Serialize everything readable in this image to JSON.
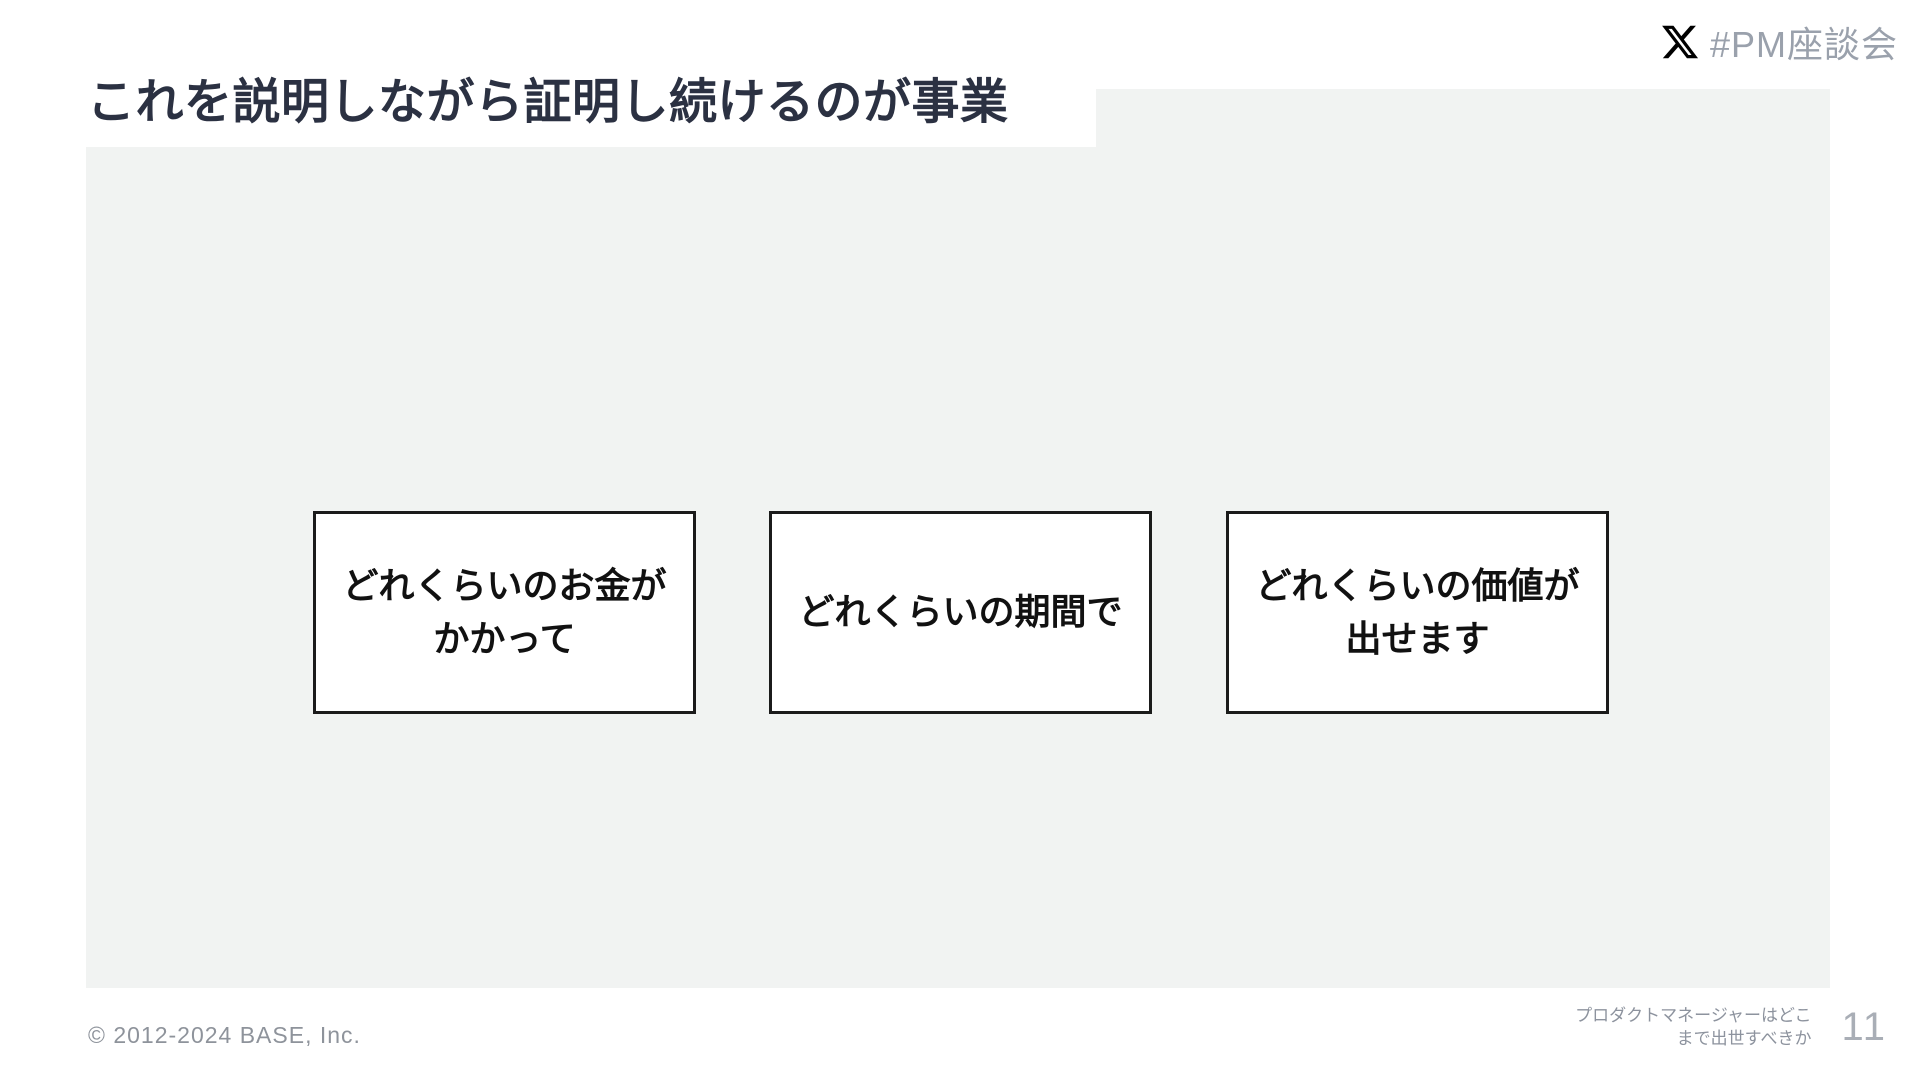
{
  "slide": {
    "title": "これを説明しながら証明し続けるのが事業",
    "header": {
      "x_logo_icon": "x-logo",
      "hashtag": "#PM座談会",
      "hashtag_color": "#9aa1ac",
      "logo_color": "#000000"
    },
    "boxes": [
      {
        "text": "どれくらいのお金が\nかかって"
      },
      {
        "text": "どれくらいの期間で"
      },
      {
        "text": "どれくらいの価値が\n出せます"
      }
    ],
    "footer": {
      "copyright": "© 2012-2024 BASE, Inc.",
      "deck_title_line1": "プロダクトマネージャーはどこ",
      "deck_title_line2": "まで出世すべきか",
      "page_number": "11"
    },
    "colors": {
      "title": "#2b3142",
      "panel_background": "#f1f3f2",
      "box_border": "#1b1b1b",
      "box_text": "#111111",
      "footer_text": "#8d939e",
      "page_number": "#a9aeb6"
    }
  }
}
